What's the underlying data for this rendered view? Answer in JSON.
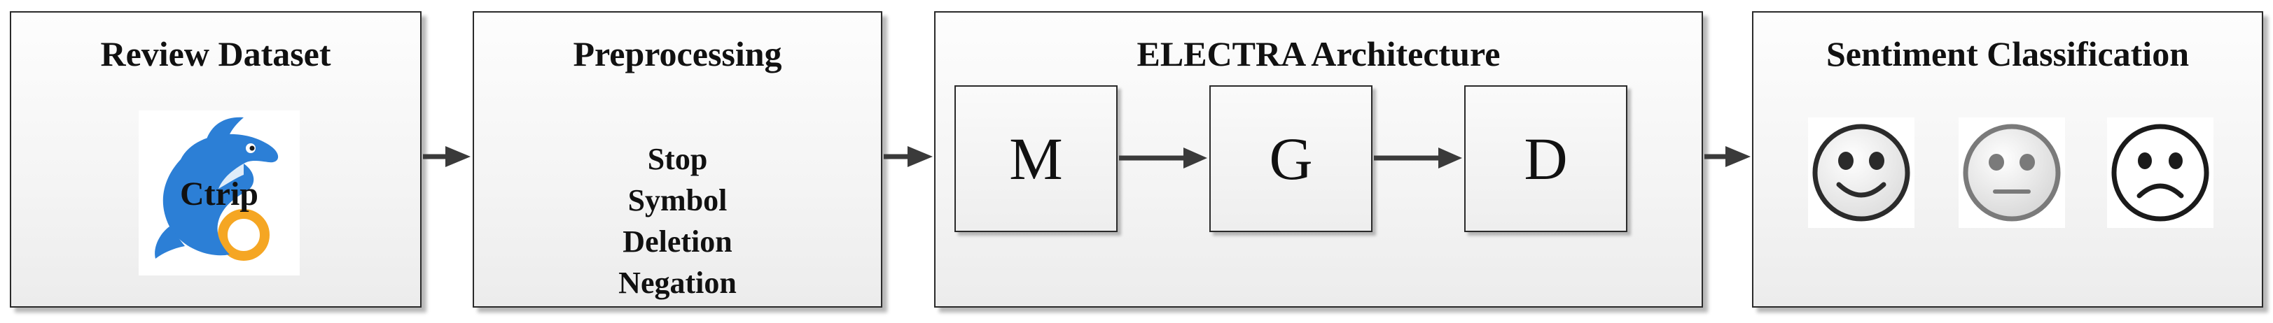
{
  "review_dataset": {
    "title": "Review Dataset",
    "logo_text": "Ctrip"
  },
  "preprocessing": {
    "title": "Preprocessing",
    "steps": [
      "Stop",
      "Symbol",
      "Deletion",
      "Negation"
    ]
  },
  "electra": {
    "title": "ELECTRA Architecture",
    "blocks": [
      "M",
      "G",
      "D"
    ]
  },
  "classification": {
    "title": "Sentiment Classification",
    "faces": [
      "happy-face-icon",
      "neutral-face-icon",
      "sad-face-icon"
    ]
  },
  "colors": {
    "logo_blue": "#2C7FD6",
    "logo_orange": "#F5A623",
    "border": "#2a2a2a",
    "arrow": "#3a3a3a"
  }
}
